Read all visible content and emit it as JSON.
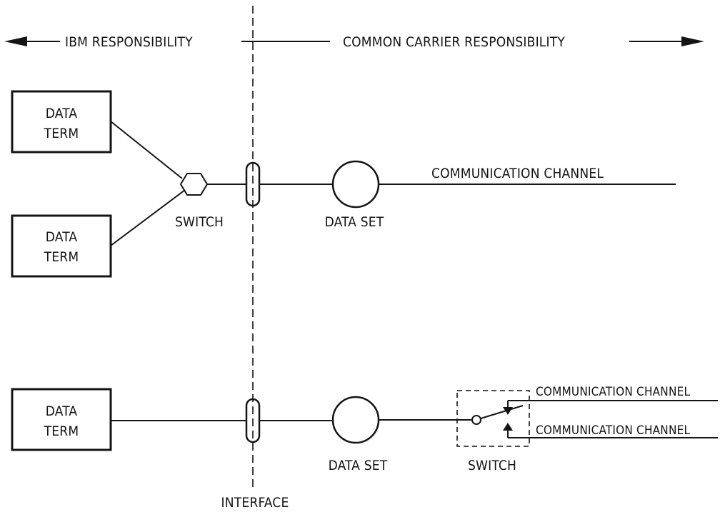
{
  "header": {
    "left_label": "IBM RESPONSIBILITY",
    "right_label": "COMMON CARRIER RESPONSIBILITY"
  },
  "top_config": {
    "terminal_1": {
      "line1": "DATA",
      "line2": "TERM"
    },
    "terminal_2": {
      "line1": "DATA",
      "line2": "TERM"
    },
    "switch_label": "SWITCH",
    "data_set_label": "DATA SET",
    "channel_label": "COMMUNICATION CHANNEL"
  },
  "bottom_config": {
    "terminal": {
      "line1": "DATA",
      "line2": "TERM"
    },
    "data_set_label": "DATA SET",
    "switch_label": "SWITCH",
    "channel_1_label": "COMMUNICATION CHANNEL",
    "channel_2_label": "COMMUNICATION CHANNEL"
  },
  "interface_label": "INTERFACE"
}
